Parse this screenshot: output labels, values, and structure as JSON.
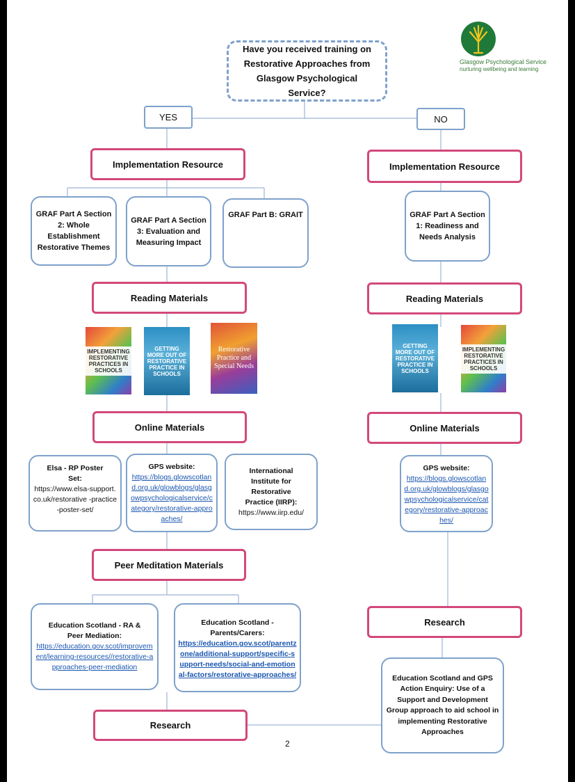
{
  "logo": {
    "name": "Glasgow Psychological Service",
    "tagline": "nurturing wellbeing and learning"
  },
  "question": "Have you received training on Restorative Approaches from Glasgow Psychological Service?",
  "branches": {
    "yes": "YES",
    "no": "NO"
  },
  "left": {
    "implementation_header": "Implementation Resource",
    "graf": [
      "GRAF Part A Section 2: Whole Establishment Restorative Themes",
      "GRAF Part A Section 3: Evaluation and Measuring Impact",
      "GRAF Part B: GRAIT"
    ],
    "reading_header": "Reading Materials",
    "books": [
      "IMPLEMENTING RESTORATIVE PRACTICES IN SCHOOLS",
      "GETTING MORE OUT OF RESTORATIVE PRACTICE IN SCHOOLS",
      "Restorative Practice and Special Needs"
    ],
    "online_header": "Online Materials",
    "online": {
      "elsa_title": "Elsa - RP Poster Set:",
      "elsa_url": "https://www.elsa-support.co.uk/restorative -practice-poster-set/",
      "gps_title": "GPS website:",
      "gps_url": "https://blogs.glowscotland.org.uk/glowblogs/glasgowpsychologicalservice/category/restorative-approaches/",
      "iirp_title": "International Institute for Restorative Practice (IIRP):",
      "iirp_url": "https://www.iirp.edu/"
    },
    "peer_header": "Peer Meditation Materials",
    "peer": {
      "es_ra_title": "Education Scotland - RA & Peer Mediation:",
      "es_ra_url": "https://education.gov.scot/improvement/learning-resources//restorative-approaches-peer-mediation",
      "es_parents_title": "Education Scotland - Parents/Carers:",
      "es_parents_url": "https://education.gov.scot/parentzone/additional-support/specific-support-needs/social-and-emotional-factors/restorative-approaches/"
    },
    "research_header": "Research"
  },
  "right": {
    "implementation_header": "Implementation Resource",
    "graf": "GRAF Part A Section 1: Readiness and Needs Analysis",
    "reading_header": "Reading Materials",
    "books": [
      "GETTING MORE OUT OF RESTORATIVE PRACTICE IN SCHOOLS",
      "IMPLEMENTING RESTORATIVE PRACTICES IN SCHOOLS"
    ],
    "online_header": "Online Materials",
    "gps_title": "GPS website:",
    "gps_url": "https://blogs.glowscotland.org.uk/glowblogs/glasgowpsychologicalservice/category/restorative-approaches/",
    "research_header": "Research",
    "research_box": "Education Scotland and GPS Action Enquiry: Use of a Support and Development Group approach to aid school in implementing Restorative Approaches"
  },
  "page_number": "2",
  "colors": {
    "header_border": "#d2487a",
    "box_border": "#7ea1cb",
    "link": "#1a56b0"
  }
}
